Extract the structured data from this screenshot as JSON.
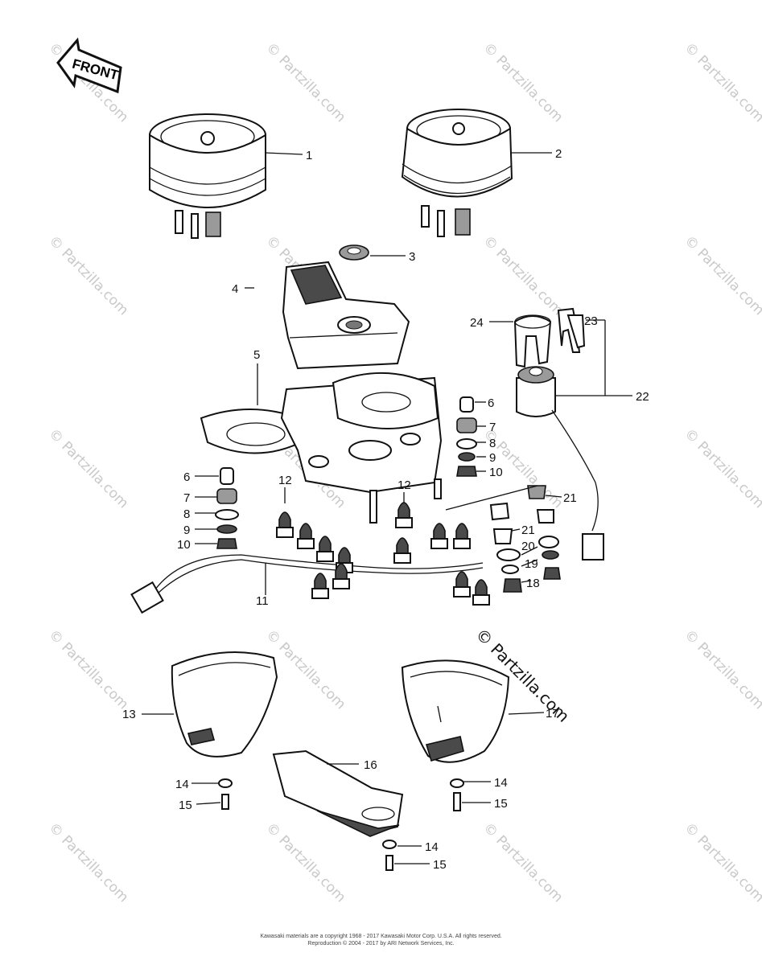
{
  "front_label": "FRONT",
  "watermark": "© Partzilla.com",
  "footer": {
    "line1": "Kawasaki materials are a copyright 1968 - 2017 Kawasaki Motor Corp. U.S.A. All rights reserved.",
    "line2": "Reproduction © 2004 - 2017 by ARI Network Services, Inc."
  },
  "callouts": [
    "1",
    "2",
    "3",
    "4",
    "5",
    "6",
    "7",
    "8",
    "9",
    "10",
    "11",
    "12",
    "13",
    "14",
    "15",
    "16",
    "17",
    "18",
    "19",
    "20",
    "21",
    "22",
    "23",
    "24"
  ]
}
